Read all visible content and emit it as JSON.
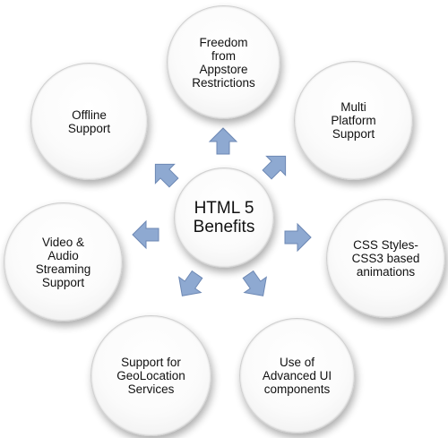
{
  "diagram": {
    "center": {
      "label": "HTML 5\nBenefits"
    },
    "nodes": [
      {
        "id": "top",
        "label": "Freedom\nfrom\nAppstore\nRestrictions"
      },
      {
        "id": "upper-right",
        "label": "Multi\nPlatform\nSupport"
      },
      {
        "id": "right",
        "label": "CSS Styles-\nCSS3 based\nanimations"
      },
      {
        "id": "lower-right",
        "label": "Use of\nAdvanced UI\ncomponents"
      },
      {
        "id": "lower-left",
        "label": "Support for\nGeoLocation\nServices"
      },
      {
        "id": "left",
        "label": "Video &\nAudio\nStreaming\nSupport"
      },
      {
        "id": "upper-left",
        "label": "Offline\nSupport"
      }
    ]
  },
  "colors": {
    "arrow_fill": "#8ea9d1",
    "arrow_stroke": "#6d88b4",
    "text": "#111111"
  }
}
